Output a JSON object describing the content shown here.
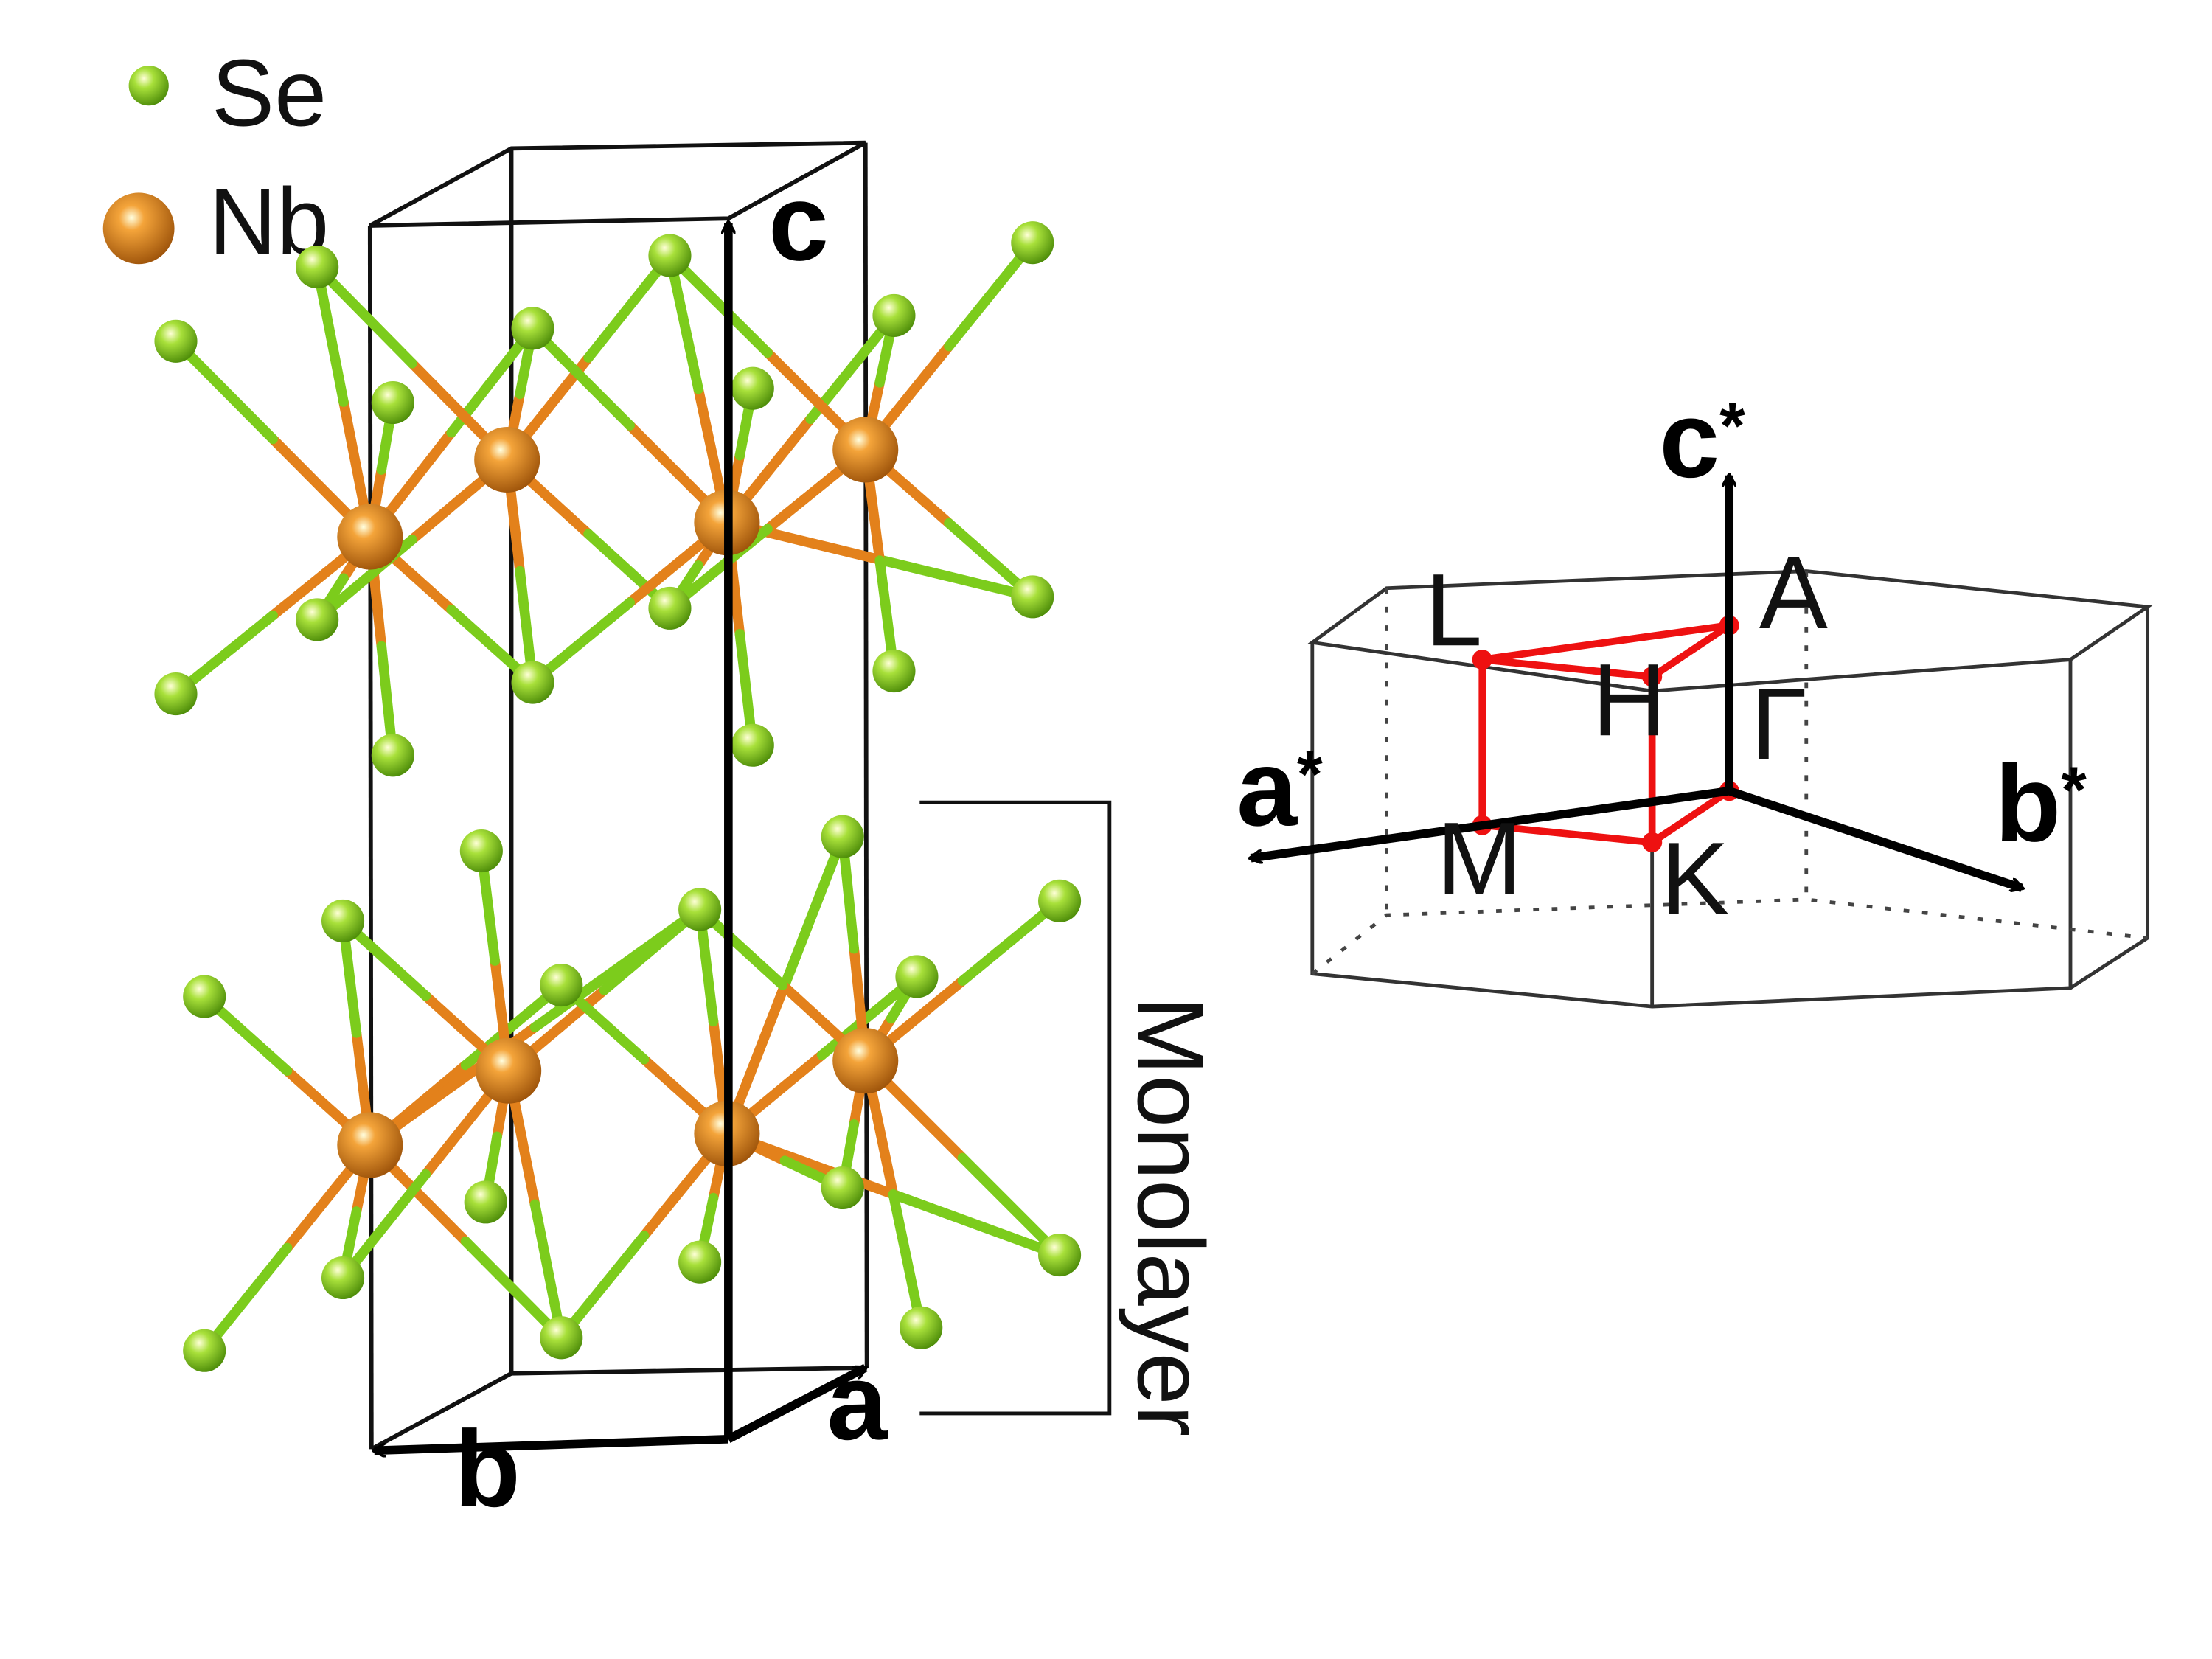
{
  "legend": {
    "items": [
      {
        "label": "Se",
        "color": "#8fd61e"
      },
      {
        "label": "Nb",
        "color": "#e07f16"
      }
    ]
  },
  "crystal": {
    "axes": {
      "a": "a",
      "b": "b",
      "c": "c"
    },
    "monolayer_label": "Monolayer",
    "colors": {
      "se": "#8fd61e",
      "se_bond": "#7ccc1c",
      "nb": "#e07f16",
      "nb_bond": "#e3811b"
    }
  },
  "brillouin_zone": {
    "axes": {
      "a_star": {
        "base": "a",
        "sup": "*"
      },
      "b_star": {
        "base": "b",
        "sup": "*"
      },
      "c_star": {
        "base": "c",
        "sup": "*"
      }
    },
    "points": {
      "gamma": "Γ",
      "A": "A",
      "L": "L",
      "H": "H",
      "M": "M",
      "K": "K"
    },
    "highlight_color": "#ee1111"
  }
}
